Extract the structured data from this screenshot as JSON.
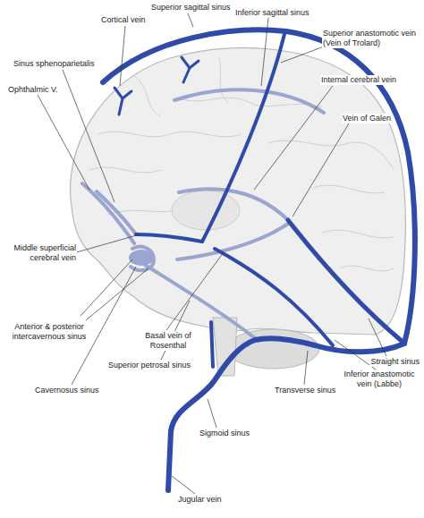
{
  "diagram": {
    "labels": [
      "Cortical vein",
      "Superior sagittal sinus",
      "Inferior sagittal sinus",
      "Superior anastomotic vein (Vein of Trolard)",
      "Sinus sphenoparietalis",
      "Ophthalmic V.",
      "Internal cerebral vein",
      "Vein of Galen",
      "Middle superficial cerebral vein",
      "Anterior & posterior intercavernous sinus",
      "Basal vein of Rosenthal",
      "Straight sinus",
      "Superior petrosal sinus",
      "Inferior anastomotic vein (Labbe)",
      "Cavernosus sinus",
      "Transverse sinus",
      "Sigmoid sinus",
      "Jugular vein"
    ]
  }
}
